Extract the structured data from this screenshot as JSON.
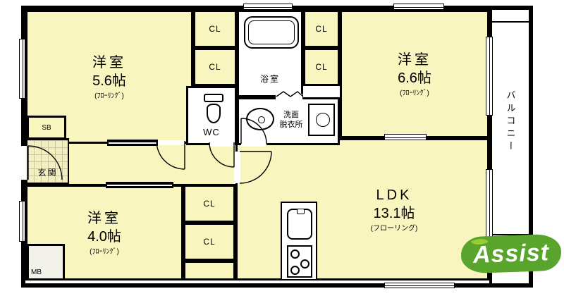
{
  "colors": {
    "room_fill": "#F8F6BE",
    "wall": "#000000",
    "wet_fill": "#FFFFFF",
    "entrance_fill": "#F3EFC4",
    "logo_green": "#58A42D"
  },
  "plan": {
    "bedroom1": {
      "name": "洋室",
      "size": "5.6帖",
      "floor": "(ﾌﾛｰﾘﾝｸﾞ)"
    },
    "bedroom2": {
      "name": "洋室",
      "size": "6.6帖",
      "floor": "(ﾌﾛｰﾘﾝｸﾞ)"
    },
    "bedroom3": {
      "name": "洋室",
      "size": "4.0帖",
      "floor": "(ﾌﾛｰﾘﾝｸﾞ)"
    },
    "ldk": {
      "name": "LDK",
      "size": "13.1帖",
      "floor": "(フローリング)"
    },
    "bath": {
      "name": "浴室"
    },
    "wc": {
      "name": "WC"
    },
    "washroom": {
      "name": "洗面\n脱衣所"
    },
    "entrance": {
      "name": "玄関"
    },
    "balcony": {
      "name": "バルコニー"
    },
    "sb": {
      "name": "SB"
    },
    "mb": {
      "name": "MB"
    },
    "closets": [
      "CL",
      "CL",
      "CL",
      "CL",
      "CL",
      "CL"
    ]
  },
  "logo": {
    "text": "Assist"
  }
}
